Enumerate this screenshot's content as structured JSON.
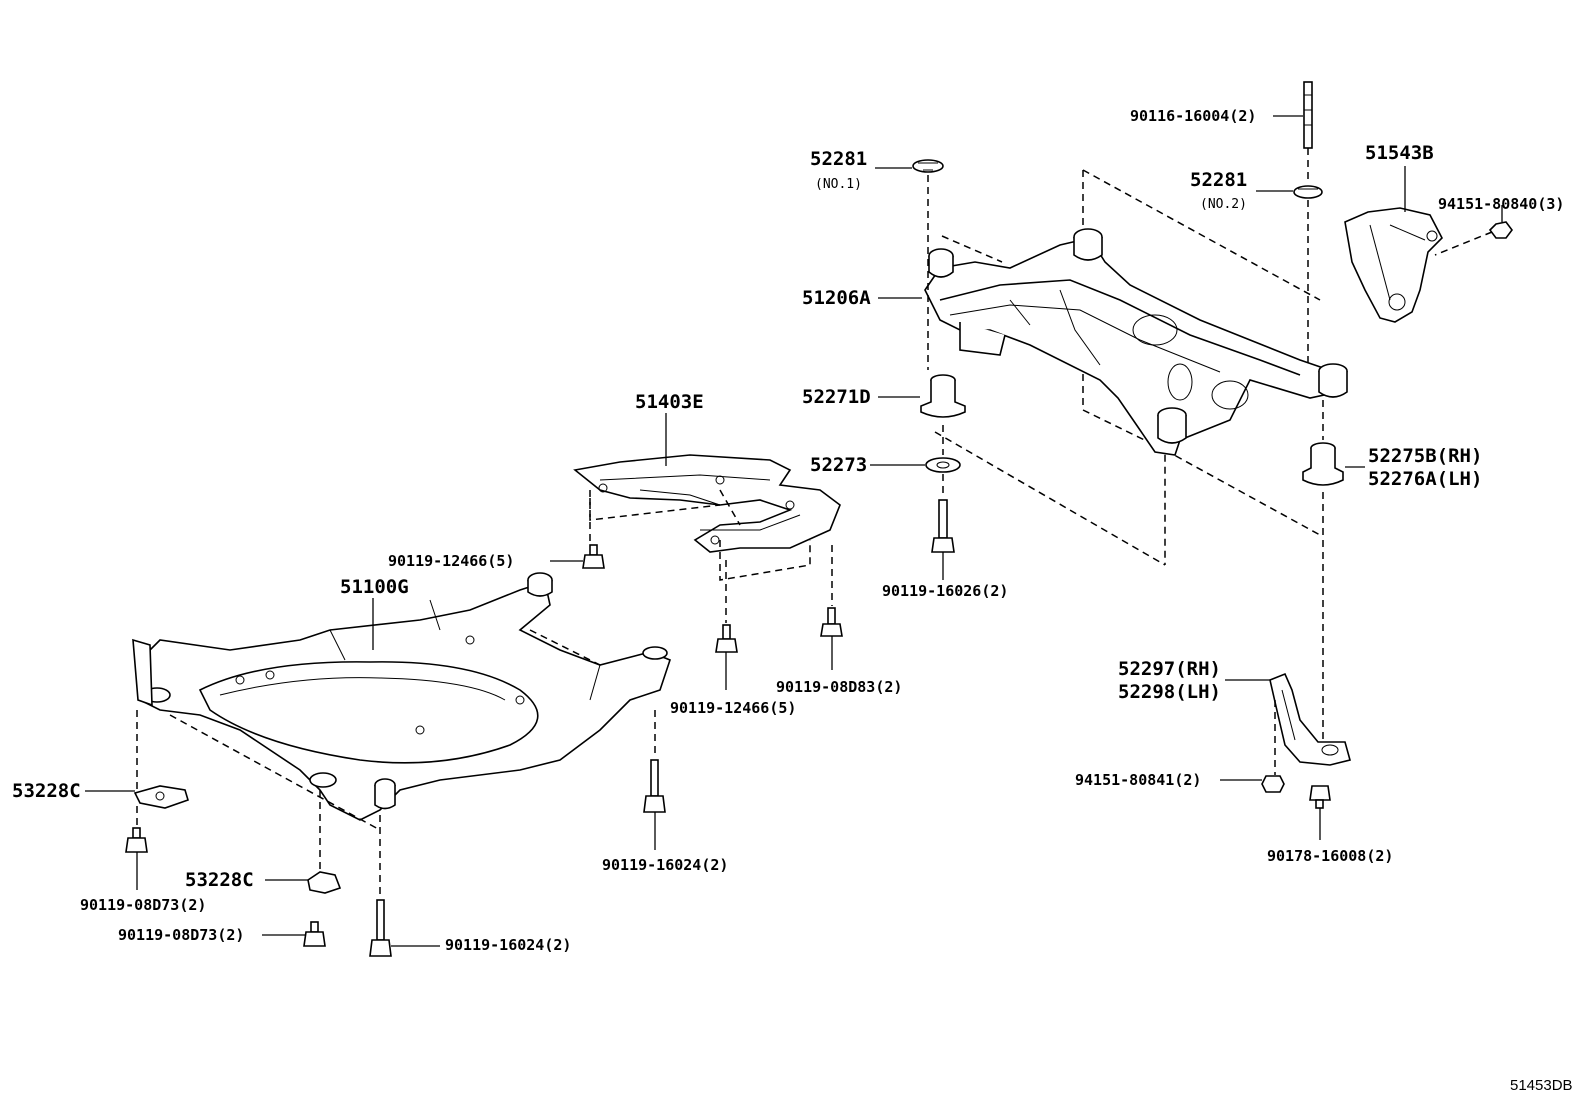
{
  "diagram_id": "51453DB",
  "labels": {
    "p52281_a": "52281",
    "p52281_a_sub": "(NO.1)",
    "p52281_b": "52281",
    "p52281_b_sub": "(NO.2)",
    "p90116": "90116-16004(2)",
    "p51543B": "51543B",
    "p94151_80840": "94151-80840(3)",
    "p51206A": "51206A",
    "p52271D": "52271D",
    "p52273": "52273",
    "p52275B": "52275B(RH)",
    "p52276A": "52276A(LH)",
    "p51403E": "51403E",
    "p90119_12466_a": "90119-12466(5)",
    "p90119_16026": "90119-16026(2)",
    "p51100G": "51100G",
    "p90119_08D83": "90119-08D83(2)",
    "p90119_12466_b": "90119-12466(5)",
    "p52297": "52297(RH)",
    "p52298": "52298(LH)",
    "p94151_80841": "94151-80841(2)",
    "p53228C_a": "53228C",
    "p90119_16024_a": "90119-16024(2)",
    "p90178": "90178-16008(2)",
    "p53228C_b": "53228C",
    "p90119_08D73_a": "90119-08D73(2)",
    "p90119_08D73_b": "90119-08D73(2)",
    "p90119_16024_b": "90119-16024(2)"
  }
}
